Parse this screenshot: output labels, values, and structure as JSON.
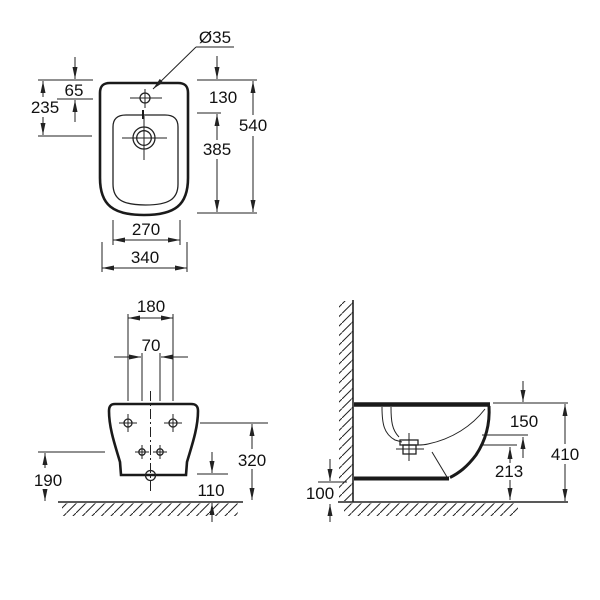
{
  "colors": {
    "line": "#222222",
    "background": "#ffffff"
  },
  "views": {
    "top": {
      "labels": {
        "hole_diameter": "Ø35",
        "hole_from_top": "65",
        "drain_from_top": "235",
        "basin_from_top": "130",
        "basin_length": "385",
        "total_length": "540",
        "bottom_width": "270",
        "total_width": "340"
      }
    },
    "rear": {
      "labels": {
        "fixing_hole_spacing": "180",
        "inlet_spacing": "70",
        "fixing_height": "320",
        "lower_height": "190",
        "bottom_clearance": "110"
      }
    },
    "side": {
      "labels": {
        "front_drop": "150",
        "rim_height": "410",
        "outlet_height": "213",
        "underside_gap": "100"
      }
    }
  }
}
